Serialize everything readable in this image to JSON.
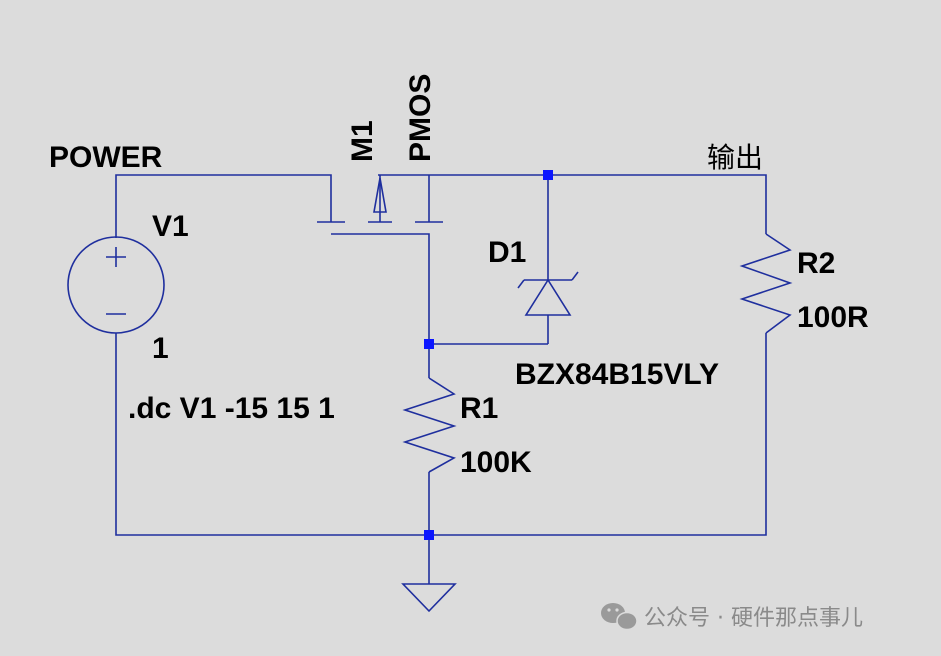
{
  "labels": {
    "net_power": "POWER",
    "net_output": "输出",
    "v1_name": "V1",
    "v1_value": "1",
    "m1_name": "M1",
    "m1_model": "PMOS",
    "d1_name": "D1",
    "d1_model": "BZX84B15VLY",
    "r1_name": "R1",
    "r1_value": "100K",
    "r2_name": "R2",
    "r2_value": "100R",
    "directive": ".dc V1 -15 15 1"
  },
  "watermark": {
    "text": "公众号 · 硬件那点事儿",
    "icon": "wechat-icon"
  },
  "colors": {
    "background": "#dcdcdc",
    "wire": "#1f2f9e",
    "junction": "#0b16ff",
    "text": "#000000"
  }
}
